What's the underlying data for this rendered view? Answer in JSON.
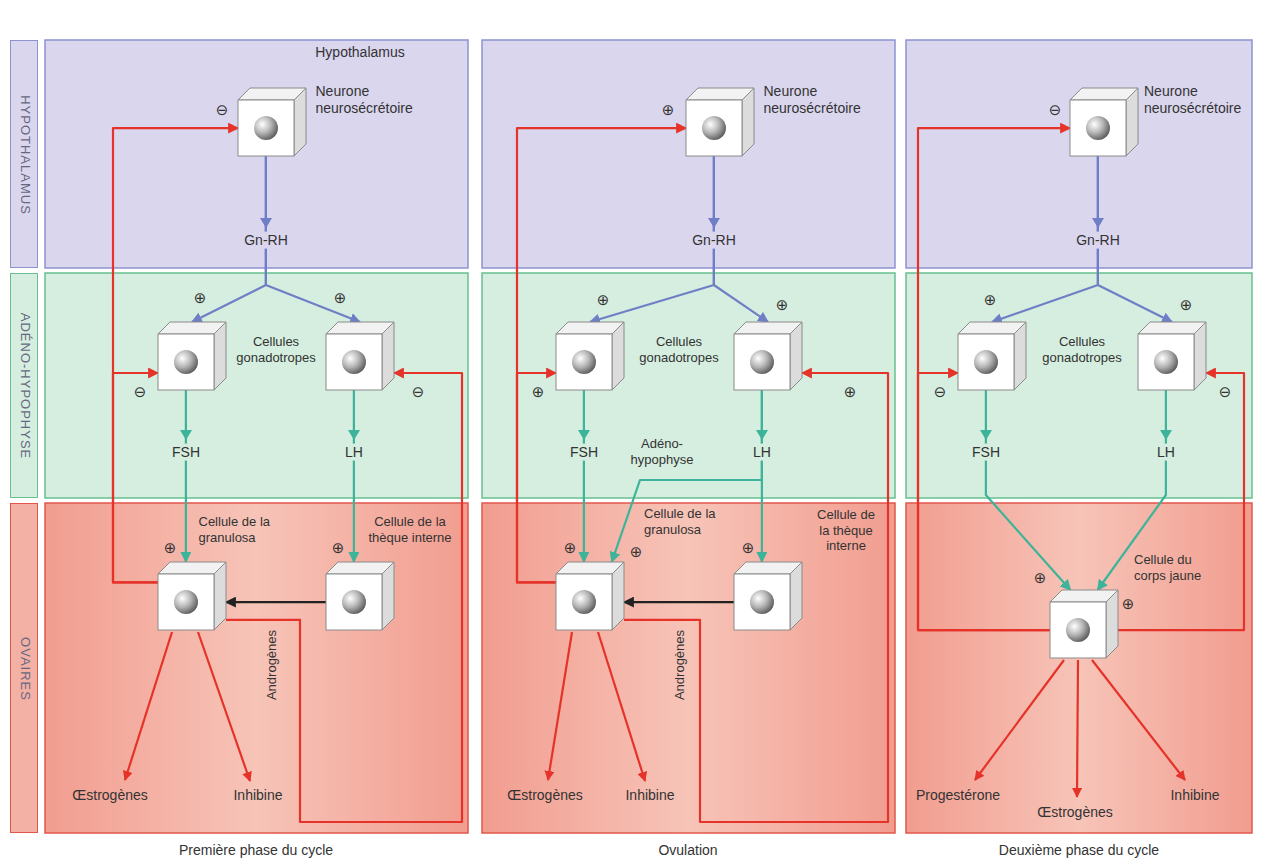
{
  "diagram": {
    "nodes": [
      {
        "text": [
          "HYPOTHALAMUS"
        ]
      },
      {
        "text": [
          "ADÉNO-HYPOPHYSE"
        ]
      },
      {
        "text": [
          "OVAIRES"
        ]
      },
      {
        "text": [
          "Neurone neurosécrétoire"
        ]
      },
      {
        "text": [
          "FSH"
        ]
      },
      {
        "text": [
          "LH"
        ]
      },
      {
        "text": [
          "Cellule de la granulosa"
        ]
      },
      {
        "text": [
          "Cellule de la thèque interne"
        ]
      },
      {
        "text": [
          "Neurone neurosécrétoire"
        ]
      },
      {
        "text": [
          "FSH"
        ]
      },
      {
        "text": [
          "LH"
        ]
      },
      {
        "text": [
          "Cellule de la granulosa"
        ]
      },
      {
        "text": [
          "Cellule de la thèque interne"
        ]
      },
      {
        "text": [
          "Neurone neurosécrétoire"
        ]
      },
      {
        "text": [
          "FSH"
        ]
      },
      {
        "text": [
          "LH"
        ]
      },
      {
        "text": [
          "Cellule du corps jaune"
        ]
      }
    ],
    "edges": [
      {
        "from": 3,
        "to": 4,
        "arrow": "to"
      },
      {
        "from": 3,
        "to": 5,
        "arrow": "to"
      },
      {
        "from": 4,
        "to": 6,
        "arrow": "to"
      },
      {
        "from": 5,
        "to": 7,
        "arrow": "to"
      },
      {
        "from": 7,
        "to": 6,
        "label": "Androgènes",
        "arrow": "to"
      },
      {
        "from": 6,
        "to": 3,
        "arrow": "to"
      },
      {
        "from": 6,
        "to": 4,
        "arrow": "to"
      },
      {
        "from": 6,
        "to": 5,
        "arrow": "to"
      },
      {
        "from": 8,
        "to": 9,
        "arrow": "to"
      },
      {
        "from": 8,
        "to": 10,
        "arrow": "to"
      },
      {
        "from": 9,
        "to": 11,
        "arrow": "to"
      },
      {
        "from": 10,
        "to": 11,
        "arrow": "to"
      },
      {
        "from": 10,
        "to": 12,
        "arrow": "to"
      },
      {
        "from": 12,
        "to": 11,
        "label": "Androgènes",
        "arrow": "to"
      },
      {
        "from": 11,
        "to": 8,
        "arrow": "to"
      },
      {
        "from": 11,
        "to": 9,
        "arrow": "to"
      },
      {
        "from": 11,
        "to": 10,
        "arrow": "to"
      },
      {
        "from": 13,
        "to": 14,
        "arrow": "to"
      },
      {
        "from": 13,
        "to": 15,
        "arrow": "to"
      },
      {
        "from": 14,
        "to": 16,
        "arrow": "to"
      },
      {
        "from": 15,
        "to": 16,
        "arrow": "to"
      },
      {
        "from": 16,
        "to": 13,
        "arrow": "to"
      },
      {
        "from": 16,
        "to": 14,
        "arrow": "to"
      },
      {
        "from": 16,
        "to": 15,
        "arrow": "to"
      }
    ],
    "labels": [
      "Hypothalamus",
      "⊖",
      "Gn-RH",
      "⊕",
      "⊕",
      "Cellules gonadotropes",
      "⊖",
      "⊖",
      "⊕",
      "⊕",
      "Œstrogènes",
      "Inhibine",
      "Première phase du cycle",
      "⊕",
      "Gn-RH",
      "⊕",
      "⊕",
      "Cellules gonadotropes",
      "⊕",
      "Adéno- hypophyse",
      "⊕",
      "⊕",
      "⊕",
      "⊕",
      "Œstrogènes",
      "Inhibine",
      "Ovulation",
      "⊖",
      "Gn-RH",
      "⊕",
      "⊕",
      "Cellules gonadotropes",
      "⊖",
      "⊖",
      "⊕",
      "⊕",
      "Progestérone",
      "Œstrogènes",
      "Inhibine",
      "Deuxième phase du cycle"
    ]
  }
}
